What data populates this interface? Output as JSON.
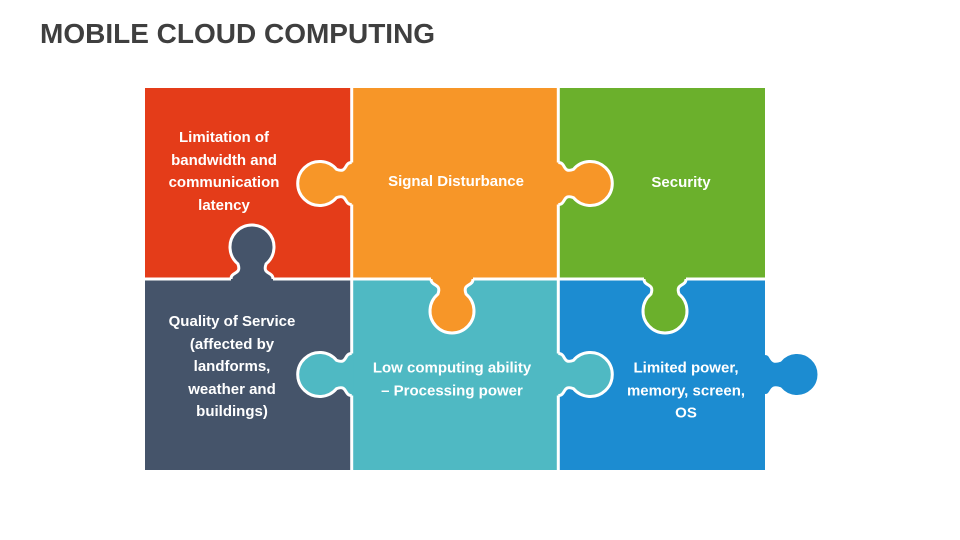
{
  "slide": {
    "title": "MOBILE CLOUD COMPUTING",
    "title_color": "#3f3f3f",
    "background_color": "#ffffff"
  },
  "puzzle": {
    "outline_color": "#ffffff",
    "text_color": "#ffffff",
    "pieces": [
      {
        "id": "bandwidth-limitation",
        "color": "#e43c19",
        "lines": [
          "Limitation of",
          "bandwidth and",
          "communication",
          "latency"
        ]
      },
      {
        "id": "signal-disturbance",
        "color": "#f79628",
        "lines": [
          "Signal Disturbance"
        ]
      },
      {
        "id": "security",
        "color": "#6bb02c",
        "lines": [
          "Security"
        ]
      },
      {
        "id": "quality-of-service",
        "color": "#45546a",
        "lines": [
          "Quality of Service",
          "(affected by",
          "landforms,",
          "weather and",
          "buildings)"
        ]
      },
      {
        "id": "low-computing-ability",
        "color": "#4fb9c3",
        "lines": [
          "Low computing ability",
          "– Processing power"
        ]
      },
      {
        "id": "limited-power",
        "color": "#1c8cd1",
        "lines": [
          "Limited power,",
          "memory, screen,",
          "OS"
        ]
      }
    ]
  }
}
